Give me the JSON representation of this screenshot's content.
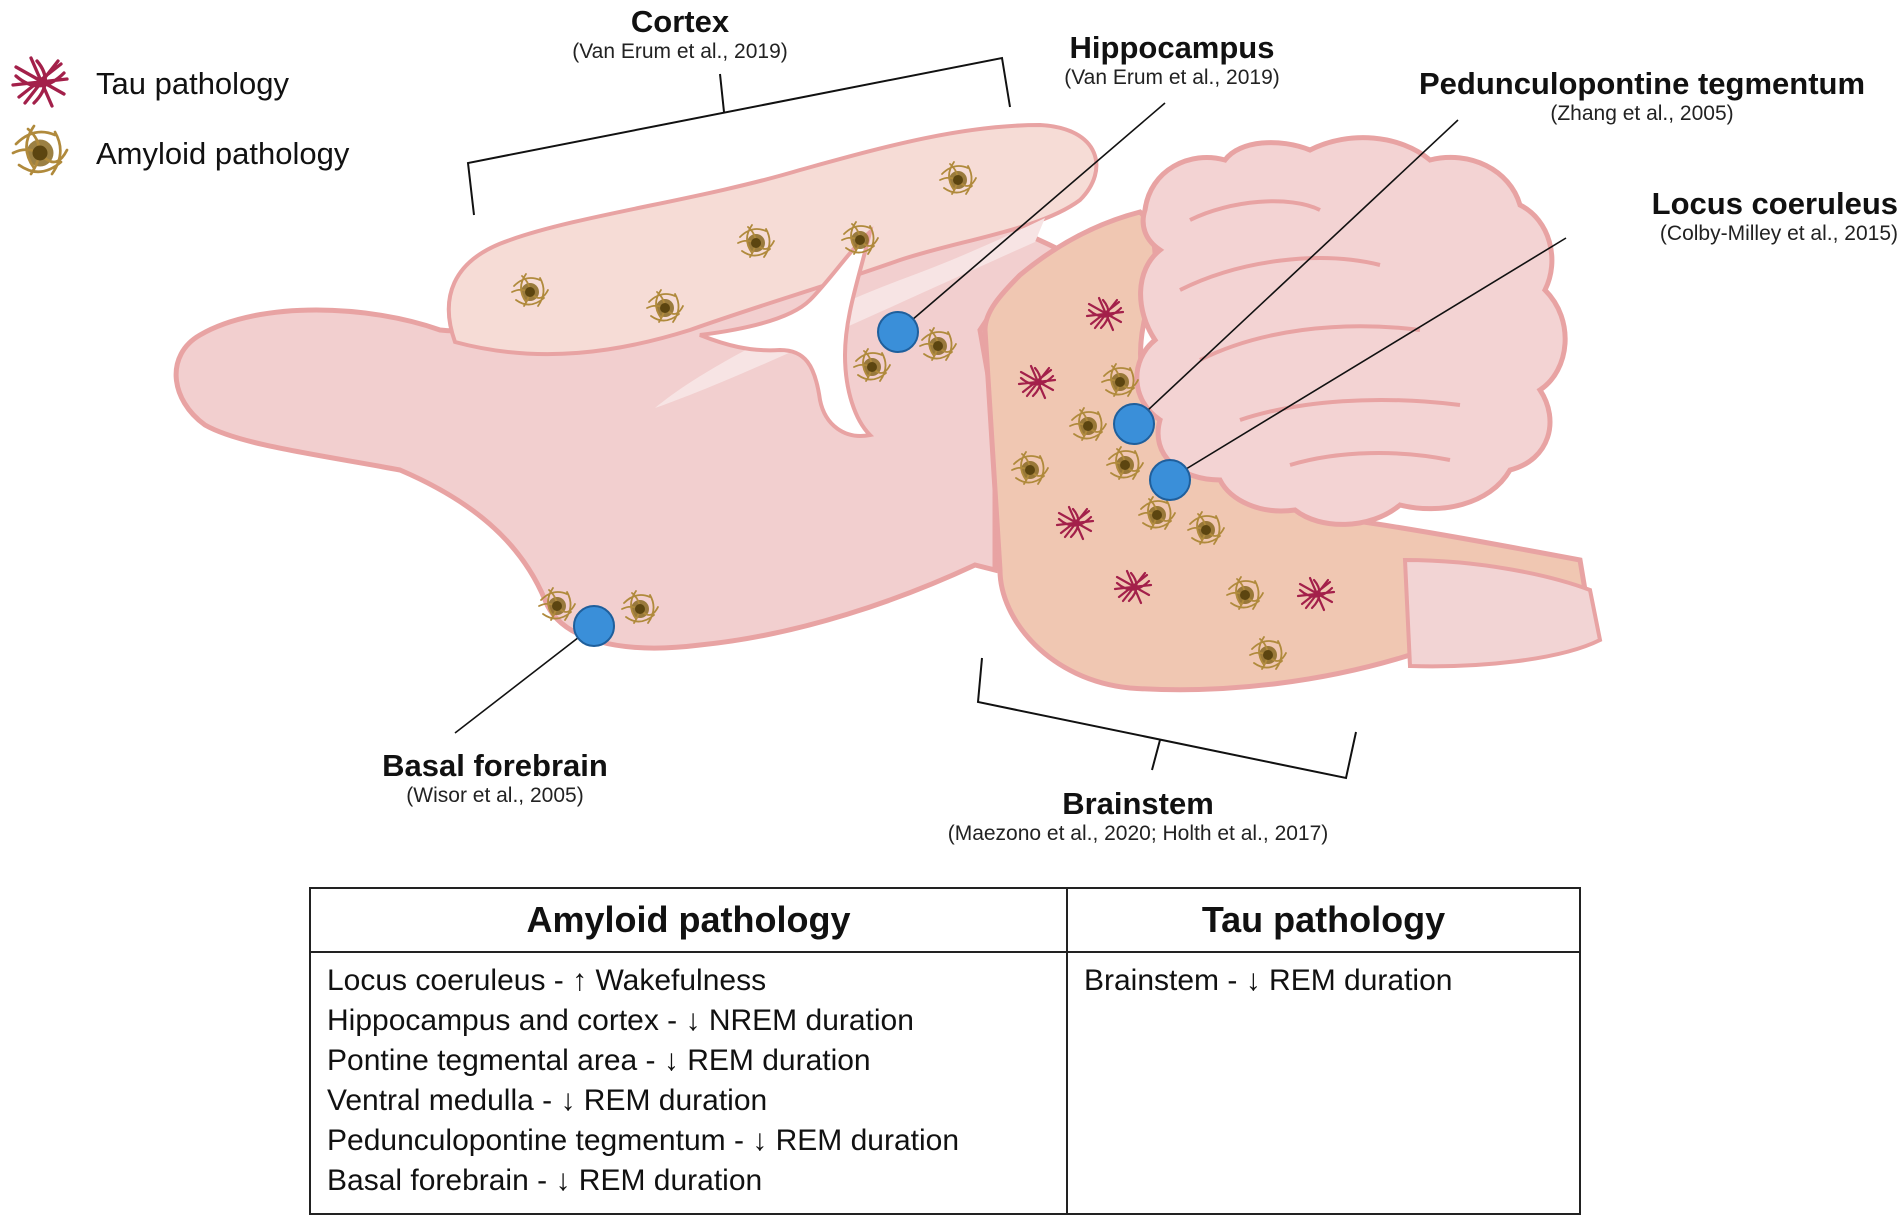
{
  "legend": {
    "tau_label": "Tau pathology",
    "amyloid_label": "Amyloid pathology",
    "tau_icon": "red-fibril-icon",
    "amyloid_icon": "brown-plaque-icon"
  },
  "colors": {
    "brain_fill": "#f2cfcf",
    "brain_outline": "#e8a3a3",
    "brainstem_fill": "#f0c7b2",
    "cortex_fill": "#f6dcd6",
    "site_marker": "#3a8fd9",
    "tau": "#a3204a",
    "amyloid": "#8a6a22"
  },
  "regions": {
    "cortex": {
      "name": "Cortex",
      "ref": "(Van Erum et al., 2019)"
    },
    "hippocampus": {
      "name": "Hippocampus",
      "ref": "(Van Erum et al., 2019)"
    },
    "ppt": {
      "name": "Pedunculopontine tegmentum",
      "ref": "(Zhang et al., 2005)"
    },
    "lc": {
      "name": "Locus coeruleus",
      "ref": "(Colby-Milley et al., 2015)"
    },
    "basal": {
      "name": "Basal forebrain",
      "ref": "(Wisor et al., 2005)"
    },
    "brainstem": {
      "name": "Brainstem",
      "ref": "(Maezono et al., 2020; Holth et al., 2017)"
    }
  },
  "table": {
    "amyloid_header": "Amyloid pathology",
    "tau_header": "Tau pathology",
    "amyloid_rows": [
      "Locus coeruleus - ↑ Wakefulness",
      "Hippocampus and cortex - ↓ NREM duration",
      "Pontine tegmental area - ↓ REM duration",
      "Ventral medulla - ↓ REM duration",
      "Pedunculopontine tegmentum - ↓ REM duration",
      "Basal forebrain - ↓ REM duration"
    ],
    "tau_rows": [
      "Brainstem - ↓ REM duration"
    ]
  }
}
